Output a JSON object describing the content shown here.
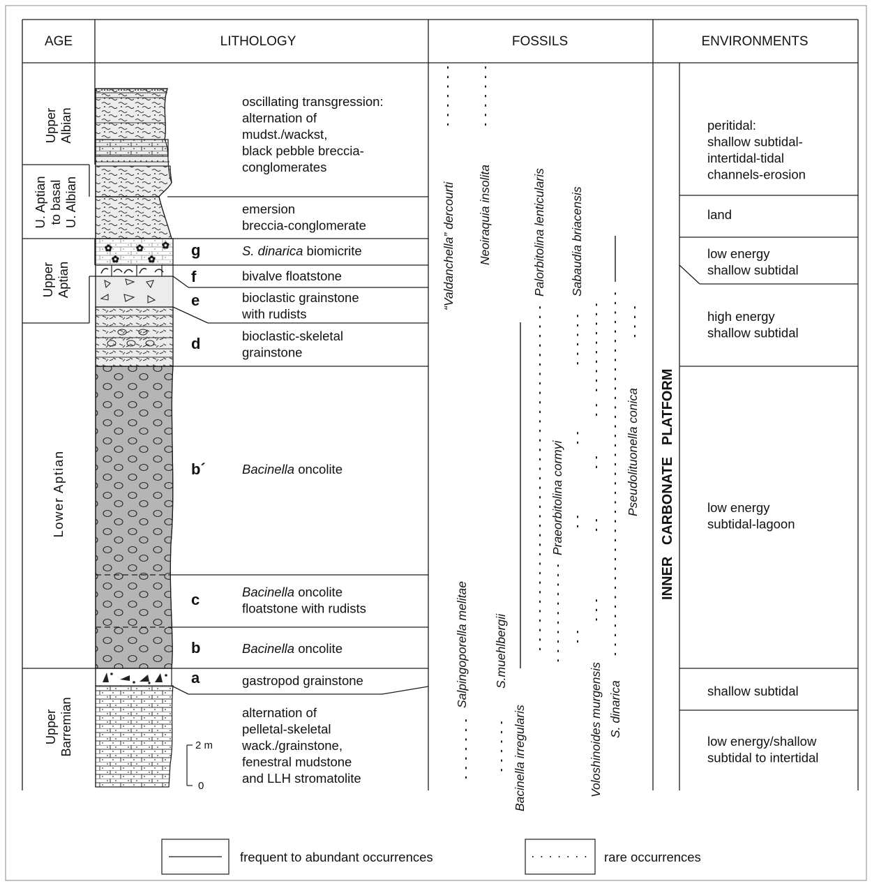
{
  "headers": {
    "age": "AGE",
    "lithology": "LITHOLOGY",
    "fossils": "FOSSILS",
    "environments": "ENVIRONMENTS"
  },
  "ages": [
    {
      "id": "upper-albian",
      "lines": [
        "Upper",
        "Albian"
      ]
    },
    {
      "id": "u-aptian-basal-albian",
      "lines": [
        "U. Aptian",
        "to basal",
        "U. Albian"
      ]
    },
    {
      "id": "upper-aptian",
      "lines": [
        "Upper",
        "Aptian"
      ]
    },
    {
      "id": "lower-aptian",
      "lines": [
        "Lower Aptian"
      ]
    },
    {
      "id": "upper-barremian",
      "lines": [
        "Upper",
        "Barremian"
      ]
    }
  ],
  "units": [
    {
      "id": "albian-unit",
      "letter": "",
      "lines": [
        [
          "oscillating transgression:"
        ],
        [
          "alternation of"
        ],
        [
          "mudst./wackst,"
        ],
        [
          "black pebble breccia-"
        ],
        [
          "conglomerates"
        ]
      ]
    },
    {
      "id": "emersion-unit",
      "letter": "",
      "lines": [
        [
          "emersion"
        ],
        [
          "breccia-conglomerate"
        ]
      ]
    },
    {
      "id": "unit-g",
      "letter": "g",
      "lines": [
        [
          "S. dinarica",
          " biomicrite"
        ]
      ]
    },
    {
      "id": "unit-f",
      "letter": "f",
      "lines": [
        [
          "bivalve floatstone"
        ]
      ]
    },
    {
      "id": "unit-e",
      "letter": "e",
      "lines": [
        [
          "bioclastic grainstone"
        ],
        [
          "with rudists"
        ]
      ]
    },
    {
      "id": "unit-d",
      "letter": "d",
      "lines": [
        [
          "bioclastic-skeletal"
        ],
        [
          "grainstone"
        ]
      ]
    },
    {
      "id": "unit-b-prime",
      "letter": "b´",
      "lines": [
        [
          "Bacinella",
          " oncolite"
        ]
      ]
    },
    {
      "id": "unit-c",
      "letter": "c",
      "lines": [
        [
          "Bacinella",
          " oncolite"
        ],
        [
          "floatstone with rudists"
        ]
      ]
    },
    {
      "id": "unit-b",
      "letter": "b",
      "lines": [
        [
          "Bacinella",
          " oncolite"
        ]
      ]
    },
    {
      "id": "unit-a",
      "letter": "a",
      "lines": [
        [
          "gastropod grainstone"
        ]
      ]
    },
    {
      "id": "barremian-unit",
      "letter": "",
      "lines": [
        [
          "alternation of"
        ],
        [
          "pelletal-skeletal"
        ],
        [
          "wack./grainstone,"
        ],
        [
          "fenestral mudstone"
        ],
        [
          "and LLH stromatolite"
        ]
      ]
    }
  ],
  "fossils": [
    {
      "id": "valdanchella",
      "name": "“Valdanchella” dercourti"
    },
    {
      "id": "neoiraquia",
      "name": "Neoiraquia insolita"
    },
    {
      "id": "salpingoporella",
      "name": "Salpingoporella melitae"
    },
    {
      "id": "s-muehlbergii",
      "name": "S.muehlbergii"
    },
    {
      "id": "bacinella",
      "name": "Bacinella irregularis"
    },
    {
      "id": "palorbitolina",
      "name": "Palorbitolina lenticularis"
    },
    {
      "id": "praeorbitolina",
      "name": "Praeorbitolina cormyi"
    },
    {
      "id": "sabaudia",
      "name": "Sabaudia briacensis"
    },
    {
      "id": "voloshinoides",
      "name": "Voloshinoides murgensis"
    },
    {
      "id": "s-dinarica",
      "name": "S. dinarica"
    },
    {
      "id": "pseudolituonella",
      "name": "Pseudolituonella conica"
    }
  ],
  "environments": [
    {
      "id": "peritidal",
      "lines": [
        "peritidal:",
        "shallow subtidal-",
        "intertidal-tidal",
        "channels-erosion"
      ]
    },
    {
      "id": "land",
      "lines": [
        "land"
      ]
    },
    {
      "id": "low-energy-shallow",
      "lines": [
        "low energy",
        "shallow subtidal"
      ]
    },
    {
      "id": "high-energy-shallow",
      "lines": [
        "high energy",
        "shallow subtidal"
      ]
    },
    {
      "id": "low-energy-lagoon",
      "lines": [
        "low energy",
        "subtidal-lagoon"
      ]
    },
    {
      "id": "shallow-subtidal",
      "lines": [
        "shallow subtidal"
      ]
    },
    {
      "id": "low-energy-intertidal",
      "lines": [
        "low energy/shallow",
        "subtidal to intertidal"
      ]
    }
  ],
  "platform_label": "INNER   CARBONATE   PLATFORM",
  "scale": {
    "top": "2 m",
    "bottom": "0"
  },
  "legend": {
    "frequent": "frequent to abundant occurrences",
    "rare": "rare occurrences"
  },
  "colors": {
    "line": "#1a1a1a",
    "light_fill": "#ececec",
    "dark_fill": "#b5b5b5"
  }
}
